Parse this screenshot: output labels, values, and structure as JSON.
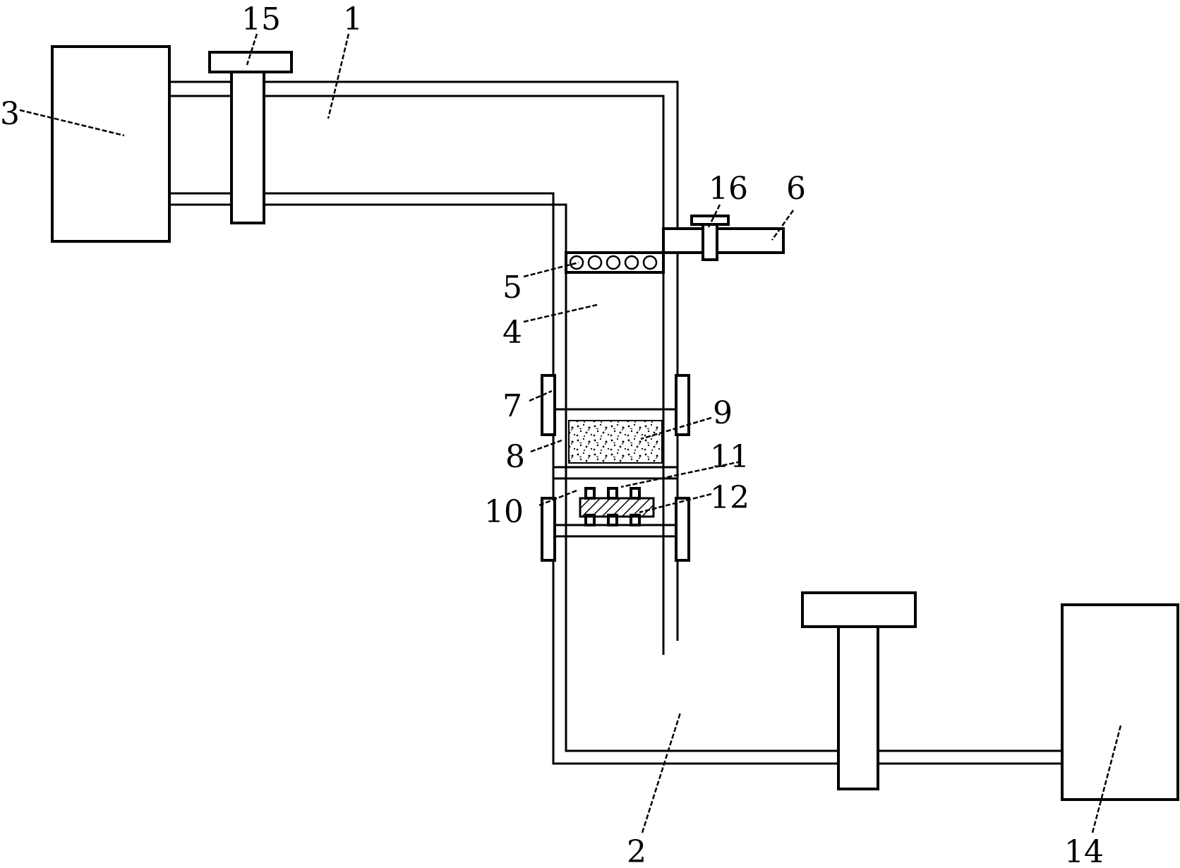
{
  "labels": {
    "l1": "1",
    "l2": "2",
    "l3": "3",
    "l4": "4",
    "l5": "5",
    "l6": "6",
    "l7": "7",
    "l8": "8",
    "l9": "9",
    "l10": "10",
    "l11": "11",
    "l12": "12",
    "l14": "14",
    "l15": "15",
    "l16": "16"
  },
  "colors": {
    "line": "#000000",
    "background": "#ffffff"
  }
}
